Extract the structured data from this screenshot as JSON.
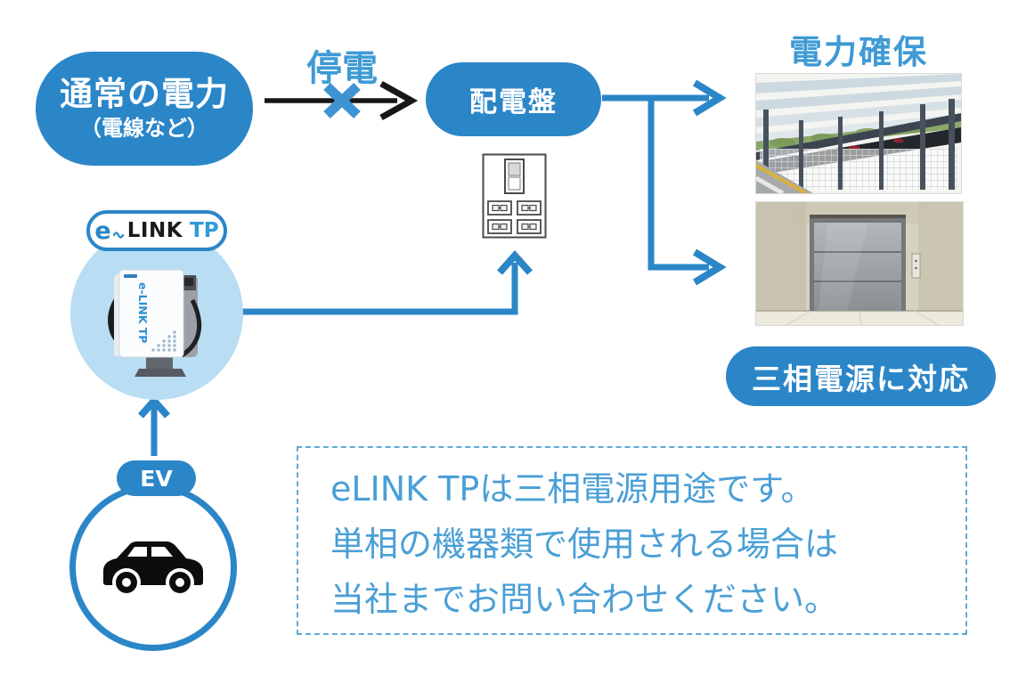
{
  "colors": {
    "primary_blue": "#2B86C8",
    "label_blue": "#3F9AD5",
    "note_text_blue": "#4A9FD6",
    "light_circle_blue": "#B9DDF3",
    "arrow_black": "#171717"
  },
  "nodes": {
    "normal_power": {
      "title": "通常の電力",
      "subtitle": "（電線など）"
    },
    "distribution_board": {
      "label": "配電盤"
    },
    "three_phase": {
      "label": "三相電源に対応"
    },
    "ev": {
      "label": "EV"
    }
  },
  "labels": {
    "outage": "停電",
    "power_secured": "電力確保"
  },
  "elink_badge": {
    "prefix": "e",
    "name": "LINK",
    "suffix": "TP"
  },
  "device": {
    "side_label": "e-LINK TP"
  },
  "note": {
    "lines": [
      "eLINK TPは三相電源用途です。",
      "単相の機器類で使用される場合は",
      "当社までお問い合わせください。"
    ]
  },
  "photos": {
    "parking": {
      "alt": "機械式駐車場の写真"
    },
    "elevator": {
      "alt": "エレベーターの写真"
    }
  }
}
